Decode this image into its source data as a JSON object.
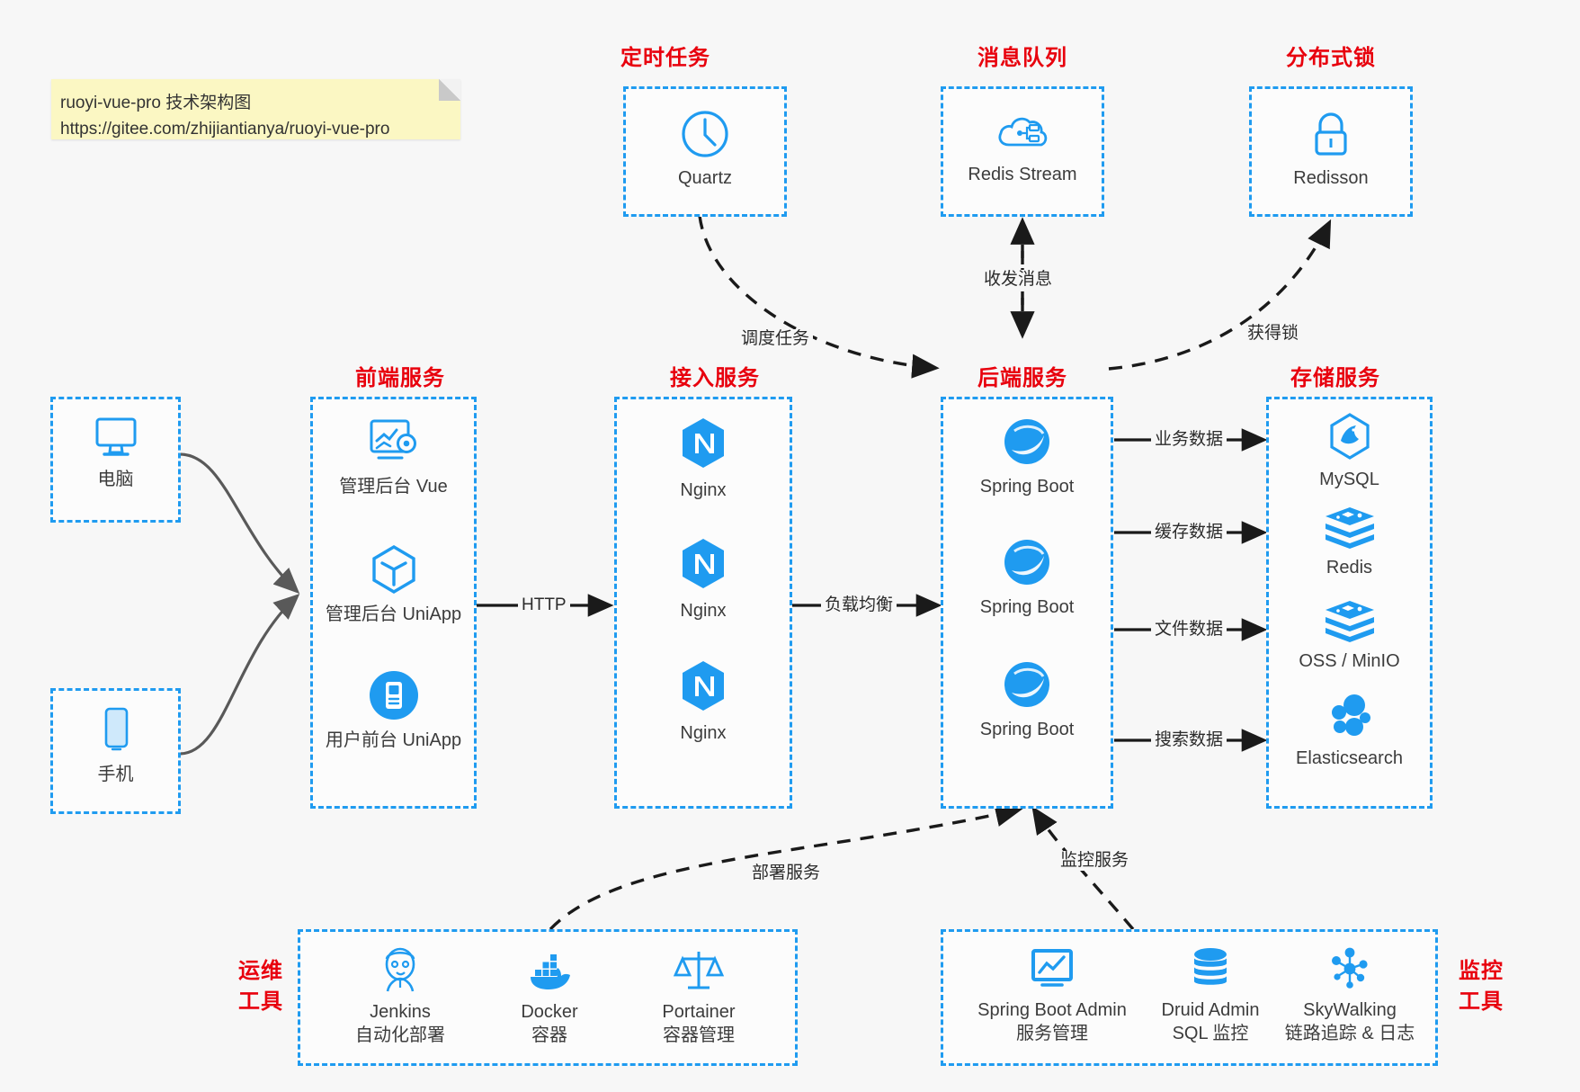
{
  "note": {
    "line1": "ruoyi-vue-pro 技术架构图",
    "line2": "https://gitee.com/zhijiantianya/ruoyi-vue-pro"
  },
  "colors": {
    "group_border": "#1f9bf0",
    "group_title": "#e8000d",
    "icon_blue": "#1f9bf0",
    "note_bg": "#fbf7c3",
    "page_bg": "#f7f7f7",
    "arrow": "#1a1a1a",
    "soft_arrow": "#595959"
  },
  "groups": {
    "scheduler": {
      "title": "定时任务",
      "nodes": [
        {
          "label": "Quartz",
          "icon": "clock-icon"
        }
      ]
    },
    "mq": {
      "title": "消息队列",
      "nodes": [
        {
          "label": "Redis Stream",
          "icon": "cloud-stream-icon"
        }
      ]
    },
    "lock": {
      "title": "分布式锁",
      "nodes": [
        {
          "label": "Redisson",
          "icon": "padlock-icon"
        }
      ]
    },
    "client_pc": {
      "nodes": [
        {
          "label": "电脑",
          "icon": "desktop-icon"
        }
      ]
    },
    "client_mobile": {
      "nodes": [
        {
          "label": "手机",
          "icon": "smartphone-icon"
        }
      ]
    },
    "frontend": {
      "title": "前端服务",
      "nodes": [
        {
          "label": "管理后台 Vue",
          "icon": "dashboard-gear-icon"
        },
        {
          "label": "管理后台 UniApp",
          "icon": "cube-icon"
        },
        {
          "label": "用户前台 UniApp",
          "icon": "mobile-app-icon"
        }
      ]
    },
    "gateway": {
      "title": "接入服务",
      "nodes": [
        {
          "label": "Nginx",
          "icon": "nginx-icon"
        },
        {
          "label": "Nginx",
          "icon": "nginx-icon"
        },
        {
          "label": "Nginx",
          "icon": "nginx-icon"
        }
      ]
    },
    "backend": {
      "title": "后端服务",
      "nodes": [
        {
          "label": "Spring Boot",
          "icon": "spring-boot-icon"
        },
        {
          "label": "Spring Boot",
          "icon": "spring-boot-icon"
        },
        {
          "label": "Spring Boot",
          "icon": "spring-boot-icon"
        }
      ]
    },
    "storage": {
      "title": "存储服务",
      "nodes": [
        {
          "label": "MySQL",
          "icon": "mysql-icon"
        },
        {
          "label": "Redis",
          "icon": "redis-icon"
        },
        {
          "label": "OSS / MinIO",
          "icon": "oss-minio-icon"
        },
        {
          "label": "Elasticsearch",
          "icon": "elasticsearch-icon"
        }
      ]
    },
    "devops": {
      "title": "运维\n工具",
      "title_line1": "运维",
      "title_line2": "工具",
      "nodes": [
        {
          "label": "Jenkins",
          "sub": "自动化部署",
          "icon": "jenkins-icon"
        },
        {
          "label": "Docker",
          "sub": "容器",
          "icon": "docker-icon"
        },
        {
          "label": "Portainer",
          "sub": "容器管理",
          "icon": "portainer-icon"
        }
      ]
    },
    "monitor": {
      "title_line1": "监控",
      "title_line2": "工具",
      "nodes": [
        {
          "label": "Spring Boot Admin",
          "sub": "服务管理",
          "icon": "monitor-screen-icon"
        },
        {
          "label": "Druid Admin",
          "sub": "SQL 监控",
          "icon": "database-icon"
        },
        {
          "label": "SkyWalking",
          "sub": "链路追踪 & 日志",
          "icon": "skywalking-icon"
        }
      ]
    }
  },
  "edges": {
    "http": "HTTP",
    "load_balance": "负载均衡",
    "schedule_task": "调度任务",
    "mq_send_recv": "收发消息",
    "acquire_lock": "获得锁",
    "biz_data": "业务数据",
    "cache_data": "缓存数据",
    "file_data": "文件数据",
    "search_data": "搜索数据",
    "deploy_service": "部署服务",
    "monitor_service": "监控服务"
  }
}
